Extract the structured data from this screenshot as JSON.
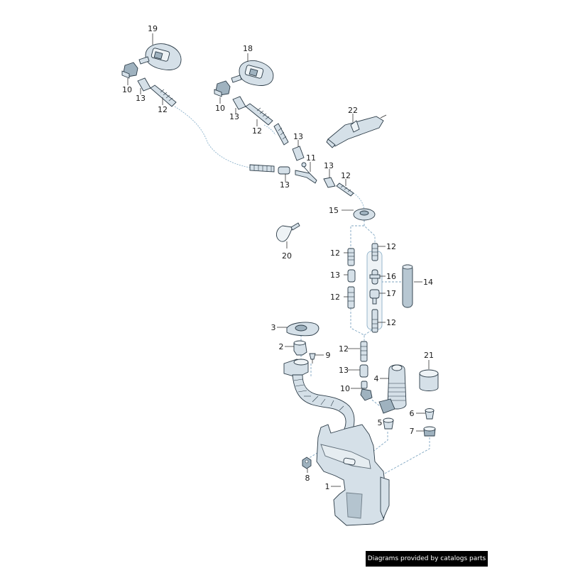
{
  "diagram": {
    "type": "exploded-parts-diagram",
    "subject": "windshield washer system",
    "callouts": [
      {
        "id": "c19",
        "label": "19",
        "part": "washer jet nozzle (left)"
      },
      {
        "id": "c18",
        "label": "18",
        "part": "washer jet nozzle (right)"
      },
      {
        "id": "c10a",
        "label": "10",
        "part": "connector (left nozzle)"
      },
      {
        "id": "c13a",
        "label": "13",
        "part": "hose connector (left)"
      },
      {
        "id": "c12a",
        "label": "12",
        "part": "hose (left)"
      },
      {
        "id": "c10b",
        "label": "10",
        "part": "connector (right nozzle)"
      },
      {
        "id": "c13b",
        "label": "13",
        "part": "hose connector (right)"
      },
      {
        "id": "c12b",
        "label": "12",
        "part": "hose (right)"
      },
      {
        "id": "c13c",
        "label": "13",
        "part": "hose connector"
      },
      {
        "id": "c22",
        "label": "22",
        "part": "bracket"
      },
      {
        "id": "c11",
        "label": "11",
        "part": "Y-piece"
      },
      {
        "id": "c13d",
        "label": "13",
        "part": "hose connector"
      },
      {
        "id": "c12c",
        "label": "12",
        "part": "hose"
      },
      {
        "id": "c13e",
        "label": "13",
        "part": "hose connector"
      },
      {
        "id": "c15",
        "label": "15",
        "part": "grommet"
      },
      {
        "id": "c20",
        "label": "20",
        "part": "cable tie"
      },
      {
        "id": "c12d",
        "label": "12",
        "part": "hose"
      },
      {
        "id": "c13f",
        "label": "13",
        "part": "hose connector"
      },
      {
        "id": "c12e",
        "label": "12",
        "part": "hose"
      },
      {
        "id": "c12f",
        "label": "12",
        "part": "hose"
      },
      {
        "id": "c16",
        "label": "16",
        "part": "connector"
      },
      {
        "id": "c17",
        "label": "17",
        "part": "non-return valve"
      },
      {
        "id": "c12g",
        "label": "12",
        "part": "hose"
      },
      {
        "id": "c14",
        "label": "14",
        "part": "sleeve"
      },
      {
        "id": "c3",
        "label": "3",
        "part": "cap"
      },
      {
        "id": "c2",
        "label": "2",
        "part": "strainer"
      },
      {
        "id": "c9",
        "label": "9",
        "part": "expanding rivet"
      },
      {
        "id": "c12h",
        "label": "12",
        "part": "hose"
      },
      {
        "id": "c13g",
        "label": "13",
        "part": "hose connector"
      },
      {
        "id": "c10c",
        "label": "10",
        "part": "connector"
      },
      {
        "id": "c4",
        "label": "4",
        "part": "washer pump"
      },
      {
        "id": "c21",
        "label": "21",
        "part": "sleeve"
      },
      {
        "id": "c6",
        "label": "6",
        "part": "grommet"
      },
      {
        "id": "c5",
        "label": "5",
        "part": "grommet"
      },
      {
        "id": "c7",
        "label": "7",
        "part": "grommet"
      },
      {
        "id": "c8",
        "label": "8",
        "part": "nut"
      },
      {
        "id": "c1",
        "label": "1",
        "part": "washer fluid reservoir"
      }
    ]
  },
  "footer": {
    "credit": "Diagrams provided by catalogs parts"
  },
  "colors": {
    "part_fill": "#d5e0e8",
    "part_stroke": "#2b3b47",
    "hose_line": "#8db3cc",
    "background": "#ffffff",
    "credit_bg": "#000000",
    "credit_text": "#ffffff"
  }
}
